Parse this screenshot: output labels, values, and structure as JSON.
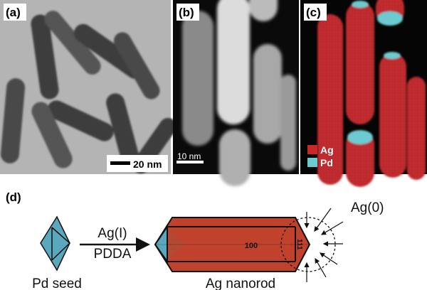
{
  "panels": {
    "a": {
      "label": "(a)",
      "scale_bar": "20 nm"
    },
    "b": {
      "label": "(b)",
      "scale_bar": "10 nm"
    },
    "c": {
      "label": "(c)",
      "legend": [
        {
          "name": "Ag",
          "color": "#c8282a"
        },
        {
          "name": "Pd",
          "color": "#6ccad0"
        }
      ]
    },
    "d": {
      "label": "(d)",
      "seed_label": "Pd seed",
      "reagent_top": "Ag(I)",
      "reagent_bottom": "PDDA",
      "rod_label": "Ag nanorod",
      "facet_side": "100",
      "facet_tip": "111",
      "atoms_label": "Ag(0)"
    }
  },
  "colors": {
    "pd": "#5aa8be",
    "ag": "#c0412c"
  }
}
